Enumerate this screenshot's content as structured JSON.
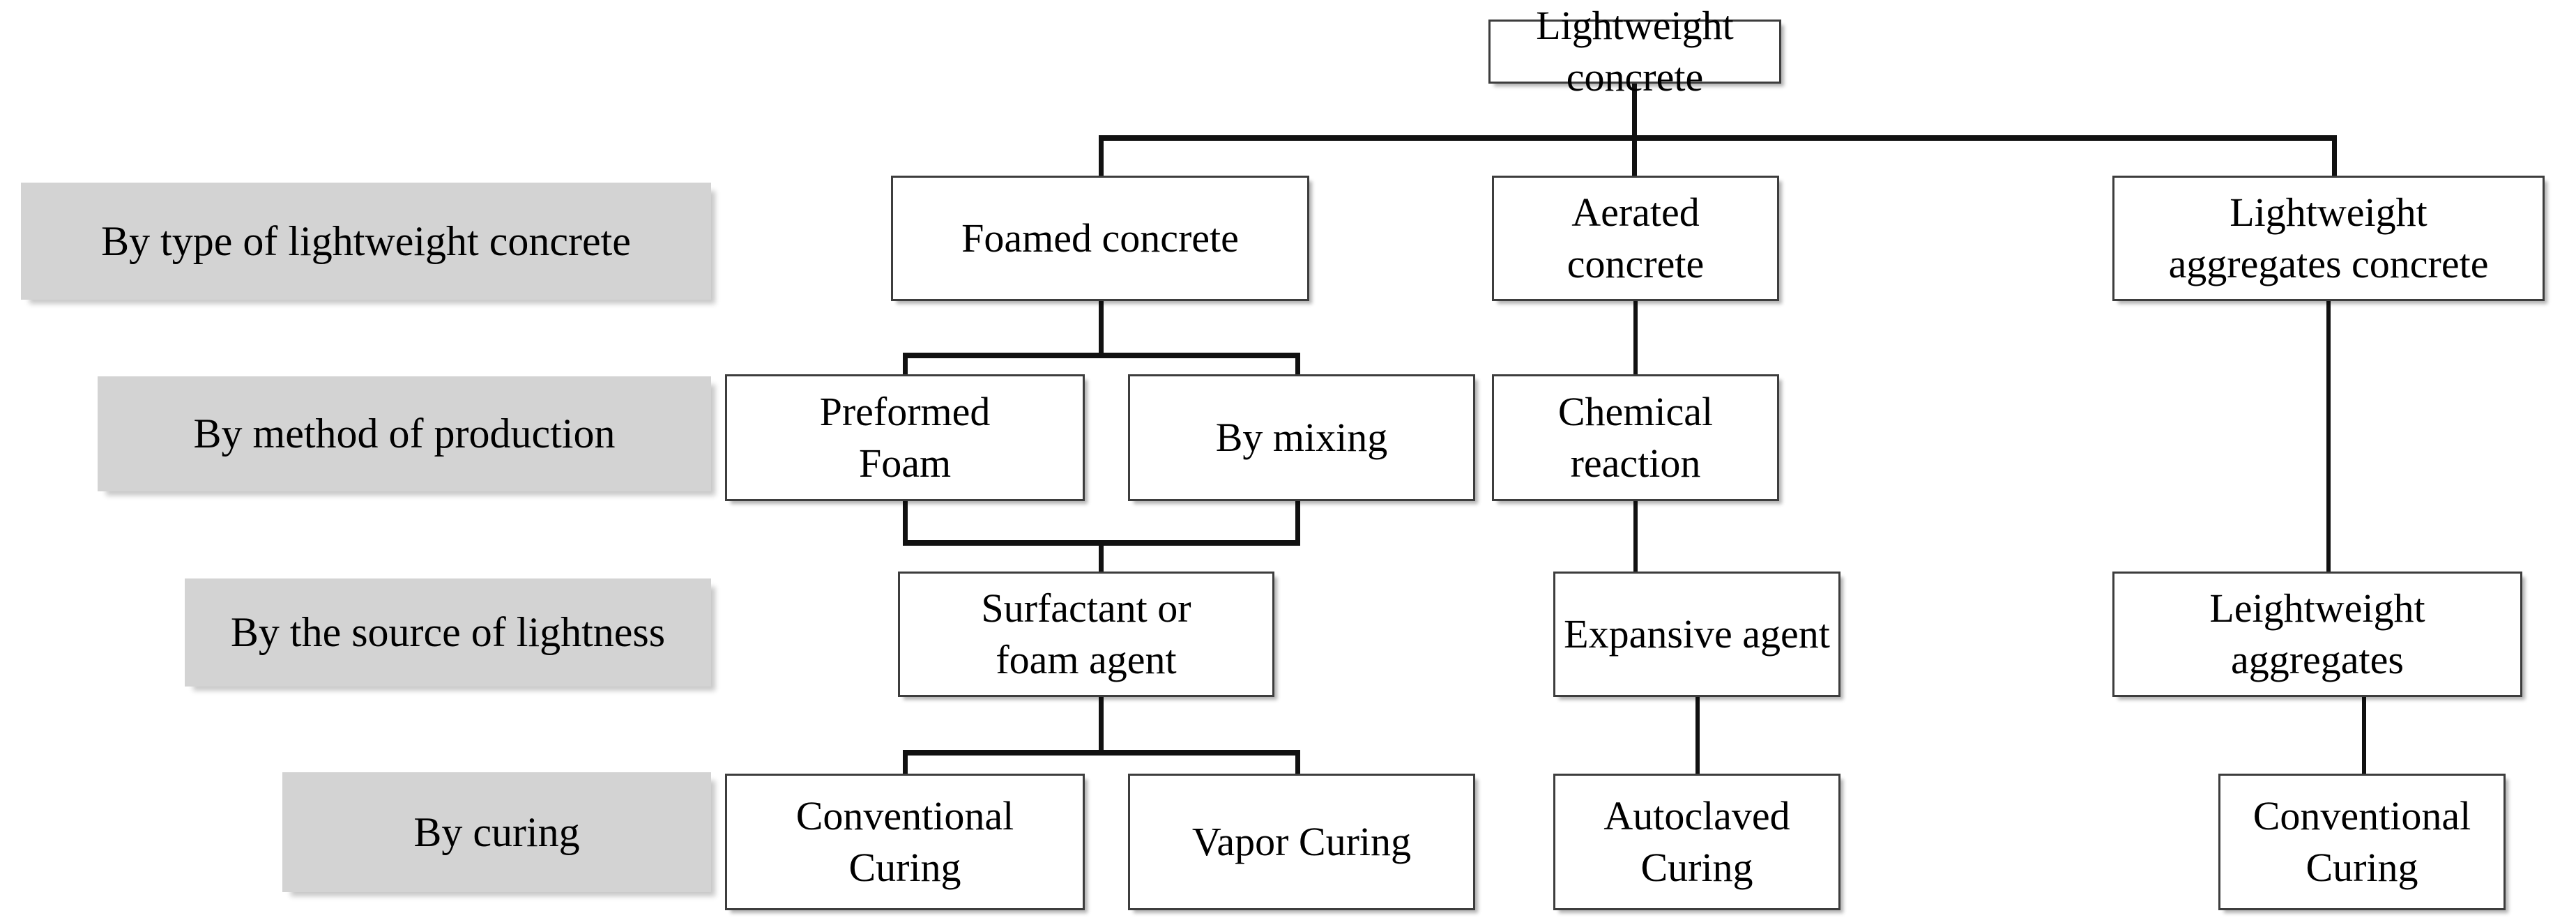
{
  "diagram": {
    "title": "Lightweight concrete classification",
    "root": {
      "label": "Lightweight concrete"
    },
    "row_labels": [
      {
        "id": "type",
        "label": "By type of lightweight concrete"
      },
      {
        "id": "method",
        "label": "By method of production"
      },
      {
        "id": "source",
        "label": "By the source of lightness"
      },
      {
        "id": "curing",
        "label": "By curing"
      }
    ],
    "tier1": [
      {
        "id": "foamed",
        "label": "Foamed concrete"
      },
      {
        "id": "aerated",
        "label": "Aerated concrete"
      },
      {
        "id": "lwagg",
        "line1": "Lightweight",
        "line2": "aggregates concrete"
      }
    ],
    "tier2": [
      {
        "id": "preformed",
        "line1": "Preformed",
        "line2": "Foam"
      },
      {
        "id": "bymixing",
        "label": "By mixing"
      },
      {
        "id": "chemical",
        "label": "Chemical reaction"
      }
    ],
    "tier3": [
      {
        "id": "surfactant",
        "line1": "Surfactant or",
        "line2": "foam agent"
      },
      {
        "id": "expansive",
        "label": "Expansive agent"
      },
      {
        "id": "leightagg",
        "line1": "Leightweight",
        "line2": "aggregates"
      }
    ],
    "tier4": [
      {
        "id": "conv1",
        "line1": "Conventional",
        "line2": "Curing"
      },
      {
        "id": "vapor",
        "label": "Vapor Curing"
      },
      {
        "id": "auto",
        "line1": "Autoclaved",
        "line2": "Curing"
      },
      {
        "id": "conv2",
        "line1": "Conventional",
        "line2": "Curing"
      }
    ],
    "colors": {
      "label_plate": "#d3d3d3",
      "node_border": "#3d3d3d",
      "node_fill": "#ffffff",
      "connector": "#111111",
      "text": "#000000",
      "page_background": "#ffffff"
    }
  }
}
